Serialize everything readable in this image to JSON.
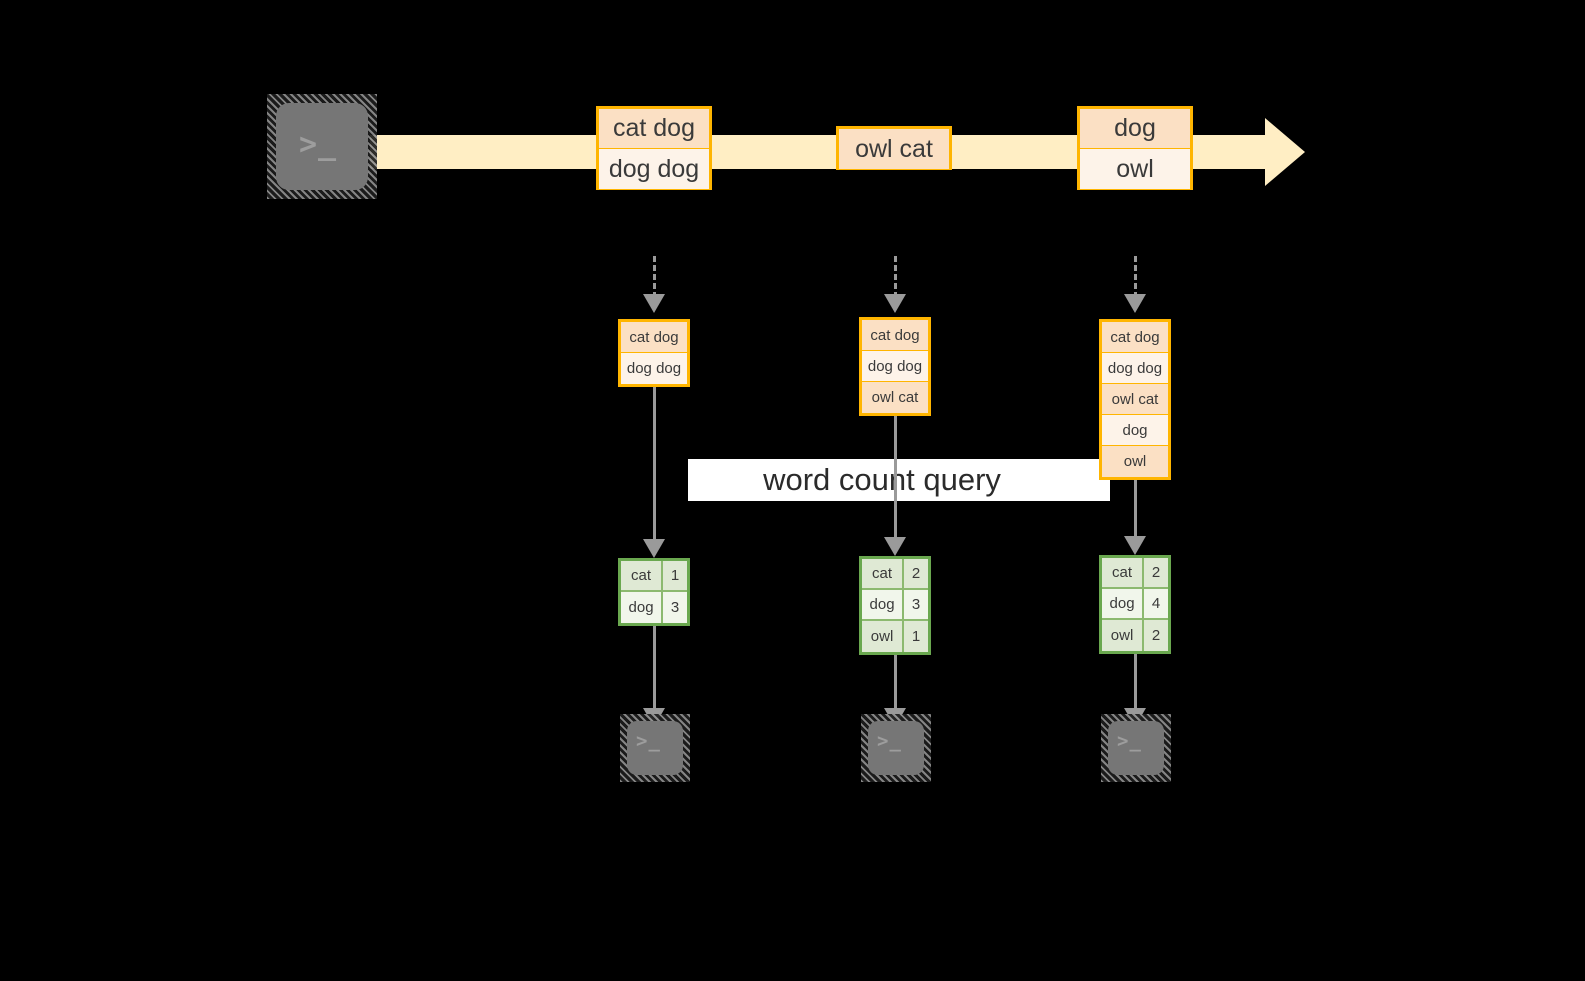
{
  "diagram": {
    "title_banner": "word count query",
    "colors": {
      "stream_fill": "#ffeec4",
      "record_border": "#ffb500",
      "record_fill_dark": "#fbe0c4",
      "record_fill_light": "#fdf3e9",
      "result_border": "#6aa84f",
      "result_fill_dark": "#dfe9d4",
      "result_fill_light": "#f1f6eb",
      "arrow_gray": "#9a9a9a",
      "terminal_face": "#767676",
      "banner_bg": "#ffffff",
      "background": "#000000"
    },
    "source": {
      "icon": "terminal-icon",
      "prompt_glyph": ">_"
    },
    "stream": {
      "name": "event-stream-arrow",
      "records": [
        {
          "lines": [
            "cat dog",
            "dog dog"
          ]
        },
        {
          "lines": [
            "owl cat"
          ]
        },
        {
          "lines": [
            "dog",
            "owl"
          ]
        }
      ]
    },
    "snapshots": [
      {
        "name": "snapshot-1",
        "input_lines": [
          "cat dog",
          "dog dog"
        ],
        "results": [
          {
            "word": "cat",
            "count": "1"
          },
          {
            "word": "dog",
            "count": "3"
          }
        ],
        "sink_icon": "terminal-icon",
        "sink_prompt": ">_"
      },
      {
        "name": "snapshot-2",
        "input_lines": [
          "cat dog",
          "dog dog",
          "owl cat"
        ],
        "results": [
          {
            "word": "cat",
            "count": "2"
          },
          {
            "word": "dog",
            "count": "3"
          },
          {
            "word": "owl",
            "count": "1"
          }
        ],
        "sink_icon": "terminal-icon",
        "sink_prompt": ">_"
      },
      {
        "name": "snapshot-3",
        "input_lines": [
          "cat dog",
          "dog dog",
          "owl cat",
          "dog",
          "owl"
        ],
        "results": [
          {
            "word": "cat",
            "count": "2"
          },
          {
            "word": "dog",
            "count": "4"
          },
          {
            "word": "owl",
            "count": "2"
          }
        ],
        "sink_icon": "terminal-icon",
        "sink_prompt": ">_"
      }
    ]
  }
}
